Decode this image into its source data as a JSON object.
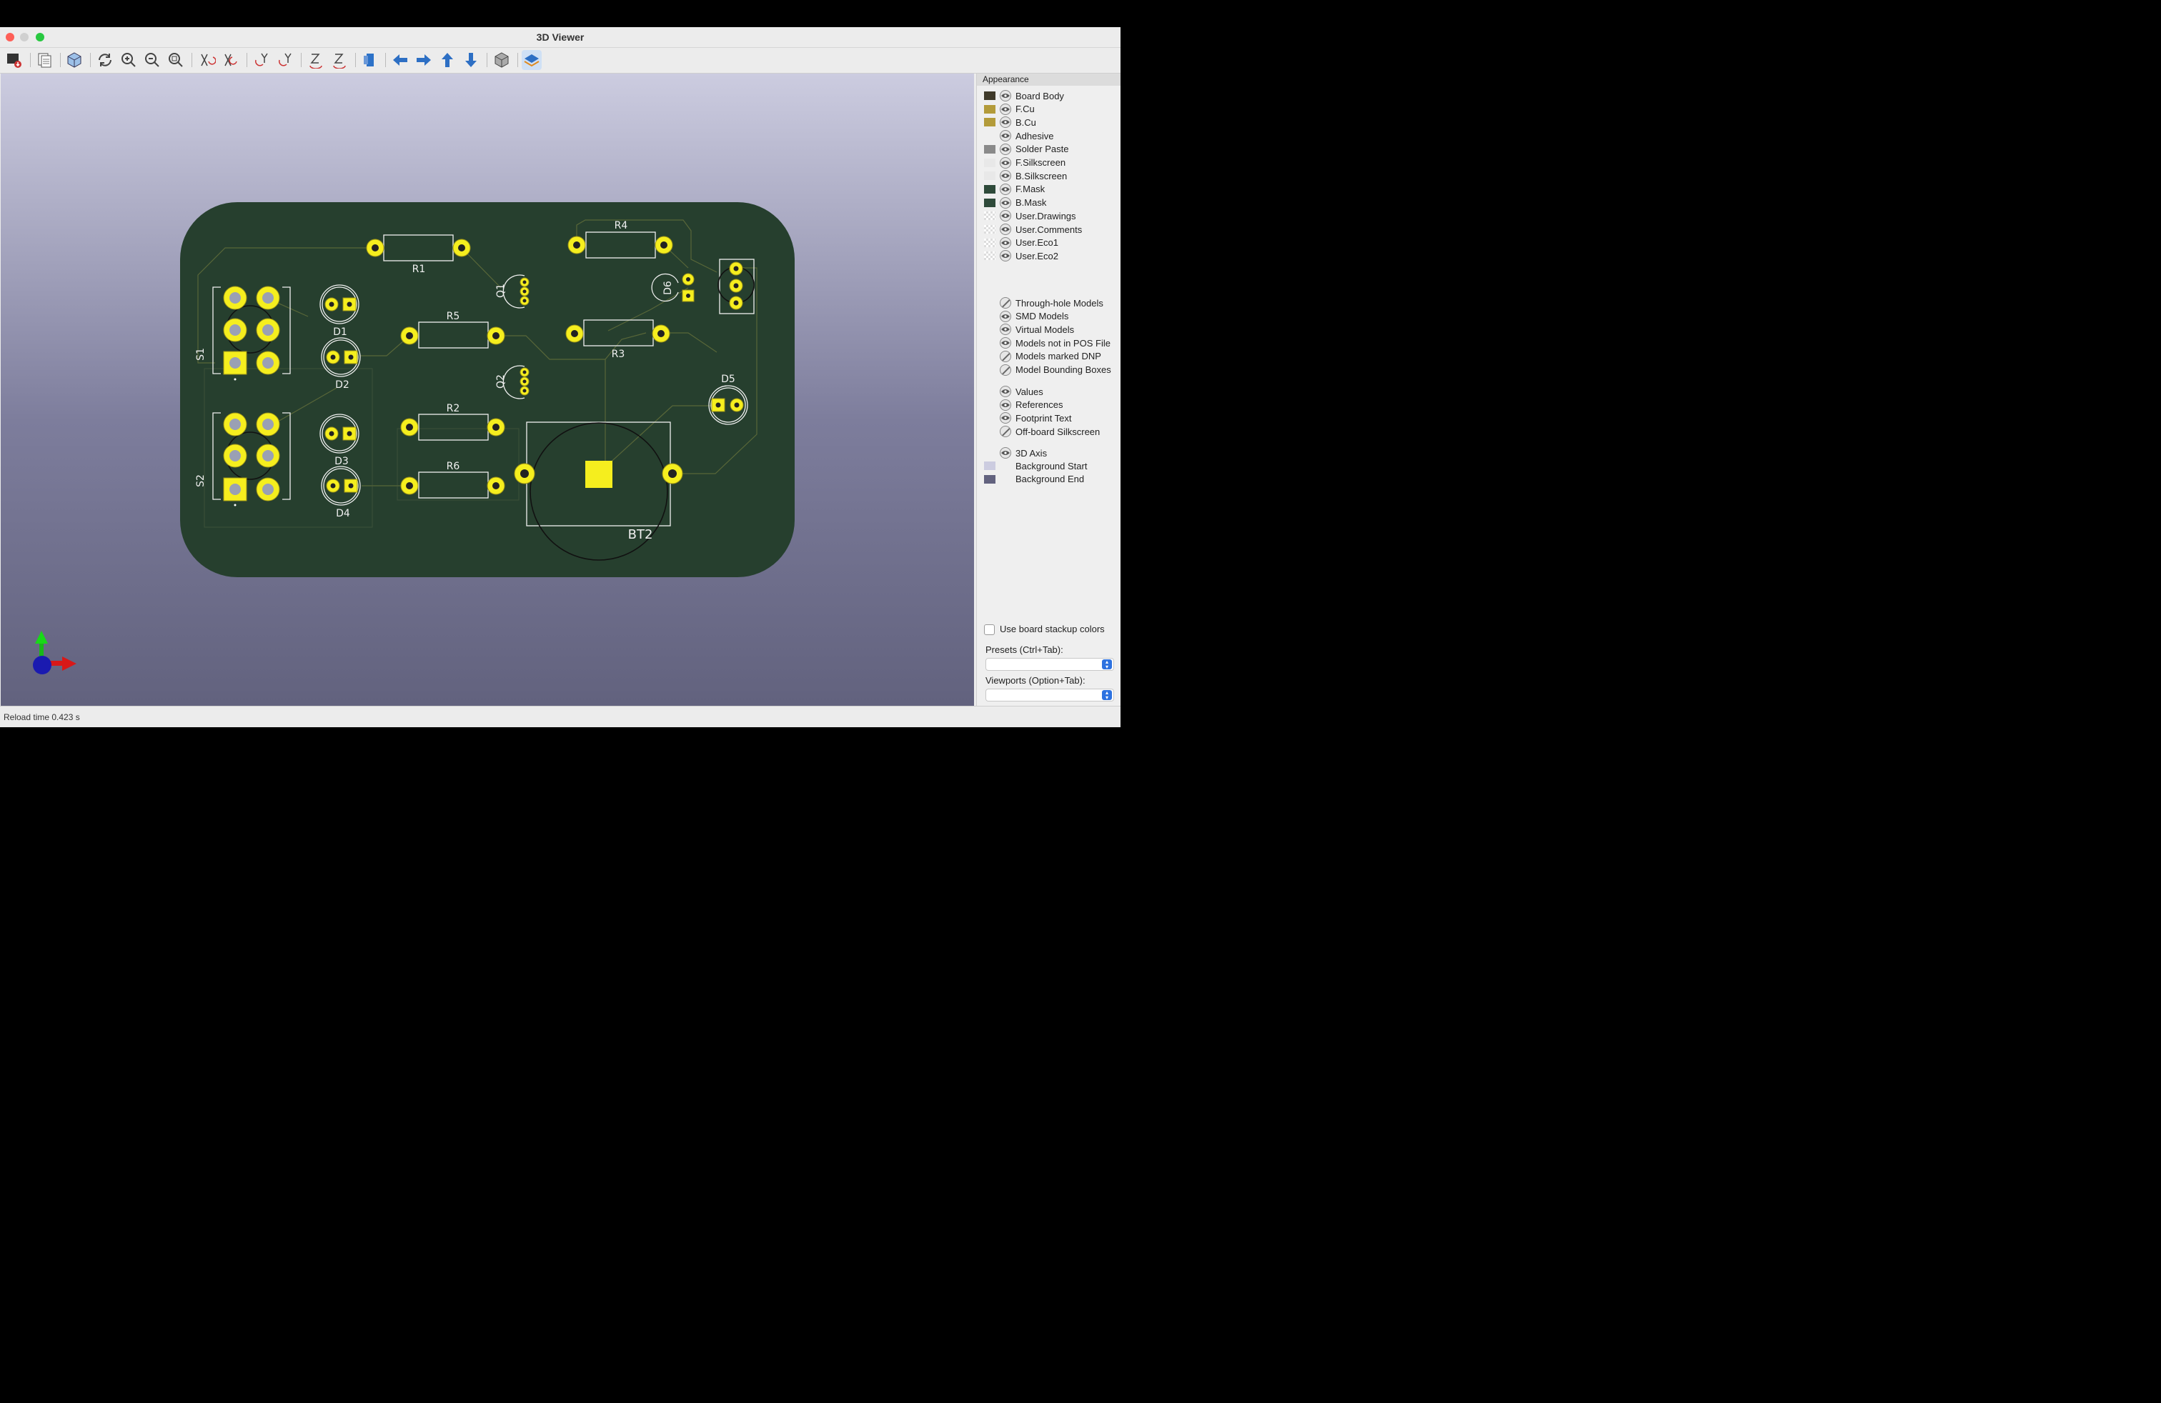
{
  "window": {
    "title": "3D Viewer"
  },
  "toolbar": {
    "buttons": [
      "export-image",
      "copy-clipboard",
      "raytrace",
      "reload",
      "zoom-in",
      "zoom-out",
      "zoom-fit",
      "rotate-x-cw",
      "rotate-x-ccw",
      "rotate-y-cw",
      "rotate-y-ccw",
      "rotate-z-cw",
      "rotate-z-ccw",
      "flip-board",
      "pan-left",
      "pan-right",
      "pan-up",
      "pan-down",
      "orthographic",
      "toggle-layers"
    ]
  },
  "board": {
    "refs": {
      "r1": "R1",
      "r2": "R2",
      "r3": "R3",
      "r4": "R4",
      "r5": "R5",
      "r6": "R6",
      "q1": "Q1",
      "q2": "Q2",
      "d1": "D1",
      "d2": "D2",
      "d3": "D3",
      "d4": "D4",
      "d5": "D5",
      "d6": "D6",
      "s1": "S1",
      "s2": "S2",
      "bt2": "BT2"
    }
  },
  "appearance": {
    "header": "Appearance",
    "layers": [
      {
        "label": "Board Body",
        "color": "#3f3a2a"
      },
      {
        "label": "F.Cu",
        "color": "#b39b3a"
      },
      {
        "label": "B.Cu",
        "color": "#b39b3a"
      },
      {
        "label": "Adhesive",
        "color": ""
      },
      {
        "label": "Solder Paste",
        "color": "#8a8a8a"
      },
      {
        "label": "F.Silkscreen",
        "color": "#e8e8e8"
      },
      {
        "label": "B.Silkscreen",
        "color": "#e8e8e8"
      },
      {
        "label": "F.Mask",
        "color": "#2e4a3a"
      },
      {
        "label": "B.Mask",
        "color": "#2e4a3a"
      },
      {
        "label": "User.Drawings",
        "color": "checker"
      },
      {
        "label": "User.Comments",
        "color": "checker"
      },
      {
        "label": "User.Eco1",
        "color": "checker"
      },
      {
        "label": "User.Eco2",
        "color": "checker"
      }
    ],
    "models": [
      {
        "label": "Through-hole Models",
        "visible": false
      },
      {
        "label": "SMD Models",
        "visible": true
      },
      {
        "label": "Virtual Models",
        "visible": true
      },
      {
        "label": "Models not in POS File",
        "visible": true
      },
      {
        "label": "Models marked DNP",
        "visible": false
      },
      {
        "label": "Model Bounding Boxes",
        "visible": false
      }
    ],
    "text_items": [
      {
        "label": "Values",
        "visible": true
      },
      {
        "label": "References",
        "visible": true
      },
      {
        "label": "Footprint Text",
        "visible": true
      },
      {
        "label": "Off-board Silkscreen",
        "visible": false
      }
    ],
    "misc": [
      {
        "label": "3D Axis",
        "visible": true,
        "color": ""
      },
      {
        "label": "Background Start",
        "visible": null,
        "color": "#cccce0"
      },
      {
        "label": "Background End",
        "visible": null,
        "color": "#62627e"
      }
    ],
    "use_stackup": "Use board stackup colors",
    "use_stackup_checked": false,
    "presets_label": "Presets (Ctrl+Tab):",
    "presets_value": "",
    "viewports_label": "Viewports (Option+Tab):",
    "viewports_value": ""
  },
  "status": {
    "text": "Reload time 0.423 s"
  }
}
